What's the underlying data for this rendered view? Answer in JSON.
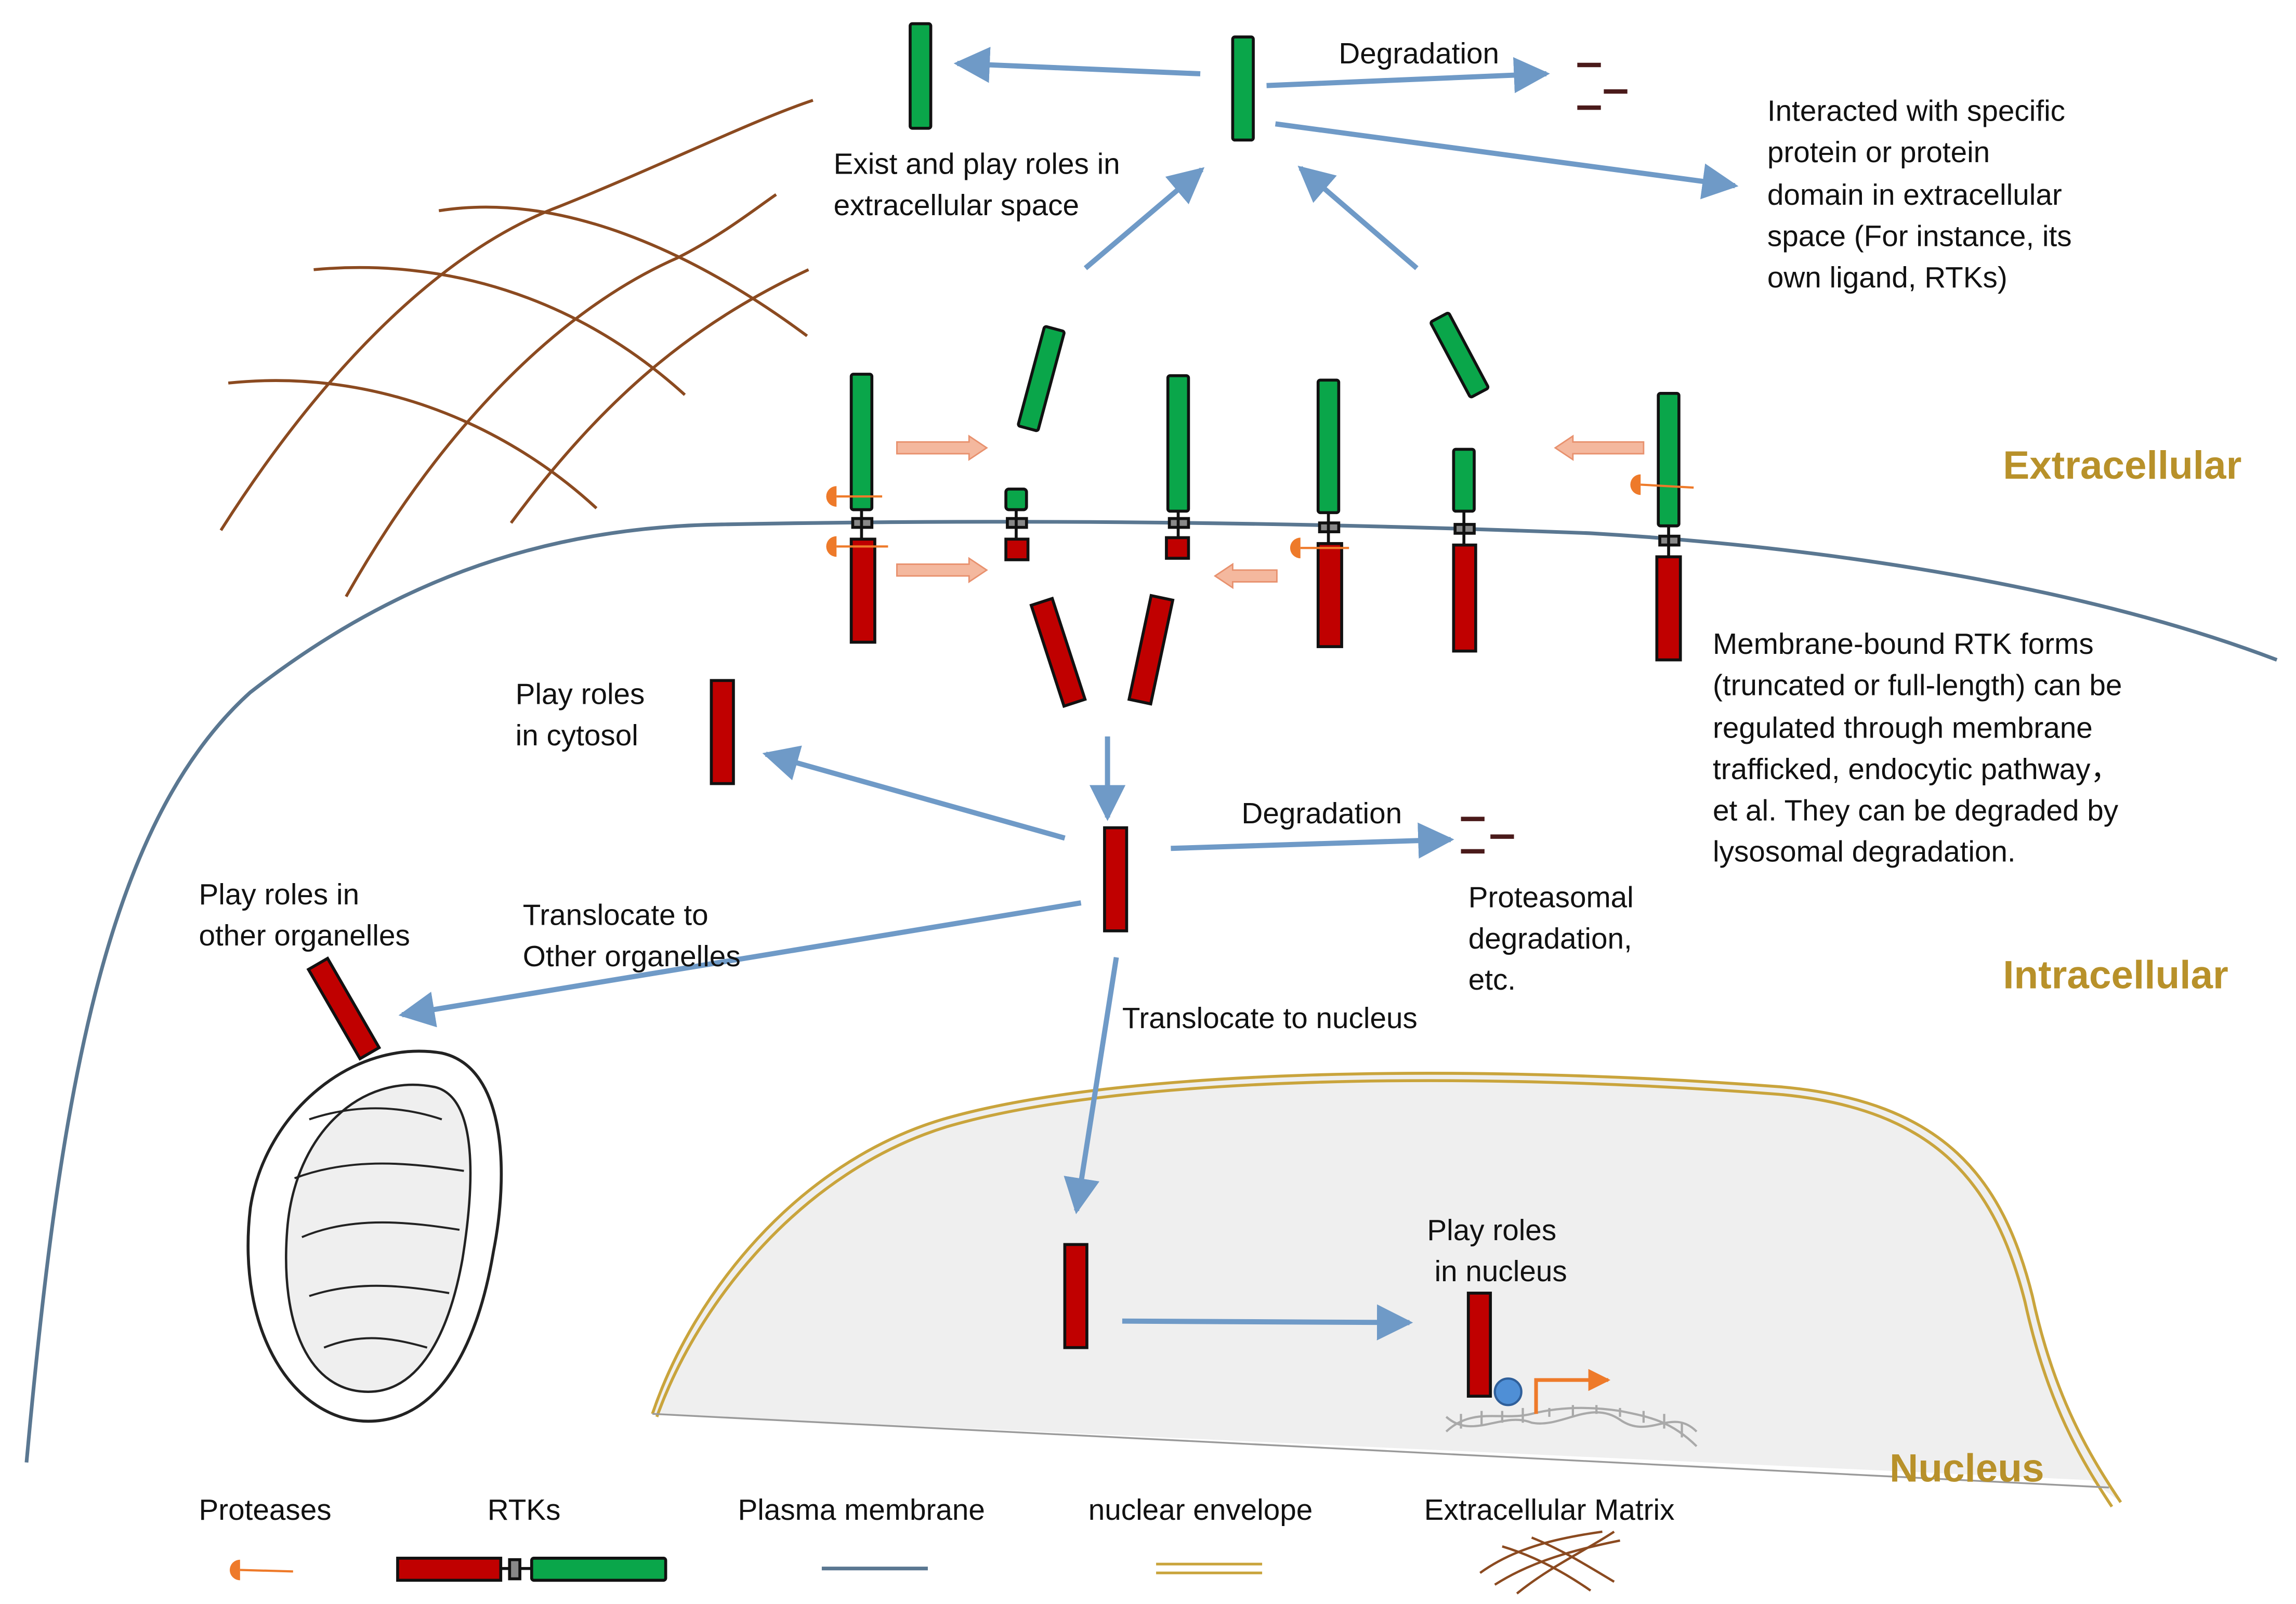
{
  "regions": {
    "extracellular": "Extracellular",
    "intracellular": "Intracellular",
    "nucleus": "Nucleus"
  },
  "labels": {
    "degradation_top": "Degradation",
    "exist_extracellular": [
      "Exist and play roles in",
      "extracellular space"
    ],
    "interacted": [
      "Interacted with specific",
      "protein or protein",
      "domain in extracellular",
      "space (For instance, its",
      "own ligand, RTKs)"
    ],
    "membrane_bound": [
      "Membrane-bound RTK forms",
      "(truncated or full-length) can be",
      "regulated through membrane",
      "trafficked, endocytic pathway，",
      "et al. They can be degraded by",
      "lysosomal degradation."
    ],
    "cytosol": [
      "Play roles",
      "in cytosol"
    ],
    "degradation_mid": "Degradation",
    "proteasomal": [
      "Proteasomal",
      "degradation,",
      "etc."
    ],
    "organelles": [
      "Play roles in",
      "other organelles"
    ],
    "translocate_organelles": [
      "Translocate to",
      "Other organelles"
    ],
    "translocate_nucleus": "Translocate to nucleus",
    "nucleus_roles": [
      "Play roles",
      "in nucleus"
    ]
  },
  "legend": {
    "proteases": "Proteases",
    "rtks": "RTKs",
    "plasma_membrane": "Plasma membrane",
    "nuclear_envelope": "nuclear envelope",
    "ecm": "Extracellular Matrix"
  },
  "colors": {
    "rtk_extracellular": "#0aa64a",
    "rtk_intracellular": "#c00000",
    "plasma_membrane": "#5a7791",
    "nuclear_envelope": "#c9a43c",
    "ecm_fiber": "#8b4a20",
    "protease": "#ee7a2a",
    "arrow": "#6f9ac7",
    "region_text": "#b8912a"
  }
}
